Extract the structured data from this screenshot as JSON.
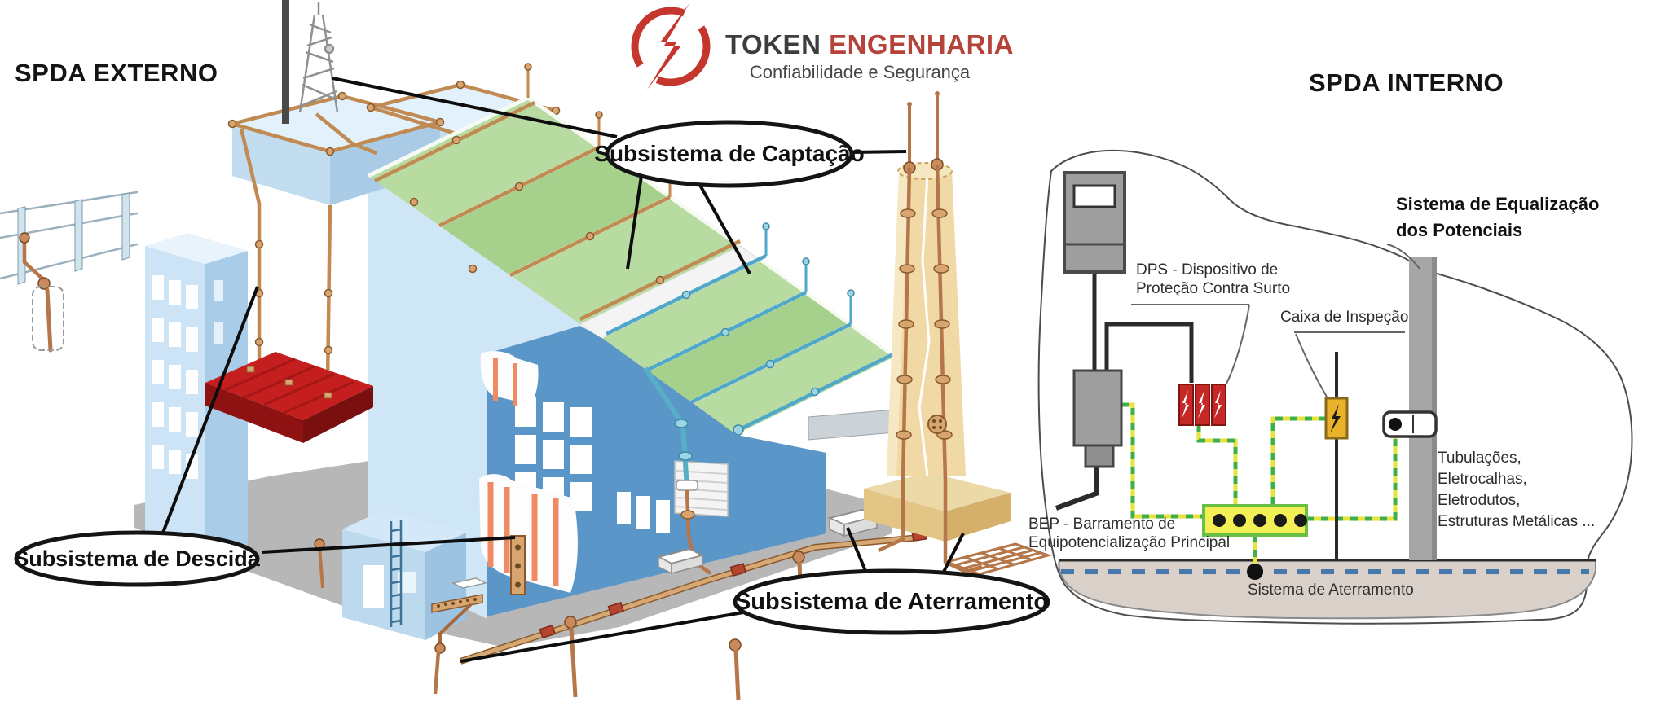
{
  "header": {
    "left_title": "SPDA EXTERNO",
    "right_title": "SPDA INTERNO",
    "logo": {
      "brand_primary": "TOKEN",
      "brand_secondary": "ENGENHARIA",
      "tagline": "Confiabilidade e Segurança"
    }
  },
  "external": {
    "captacao_label": "Subsistema de Captação",
    "descida_label": "Subsistema de Descida",
    "aterramento_label": "Subsistema de Aterramento"
  },
  "internal": {
    "equalizacao_label": "Sistema de Equalização\ndos Potenciais",
    "dps_label": "DPS - Dispositivo de\nProteção Contra Surto",
    "caixa_label": "Caixa de Inspeção",
    "tubulacoes_label": "Tubulações,\nEletrocalhas,\nEletrodutos,\nEstruturas Metálicas ...",
    "bep_label": "BEP - Barramento de\nEquipotencialização Principal",
    "aterramento_label": "Sistema de Aterramento"
  },
  "colors": {
    "brand_red": "#c5372c",
    "dps_red": "#c62828",
    "pe_green": "#3faf4c",
    "pe_yellow": "#efe83e",
    "bep_yellow": "#f3ef55",
    "ground_dash_blue": "#4779ad",
    "copper": "#c08a52",
    "roof_green": "#a8d18c",
    "wall_blue": "#5b96c9",
    "canopy_red": "#c41e1e",
    "chimney_tan": "#f0d9a4"
  }
}
